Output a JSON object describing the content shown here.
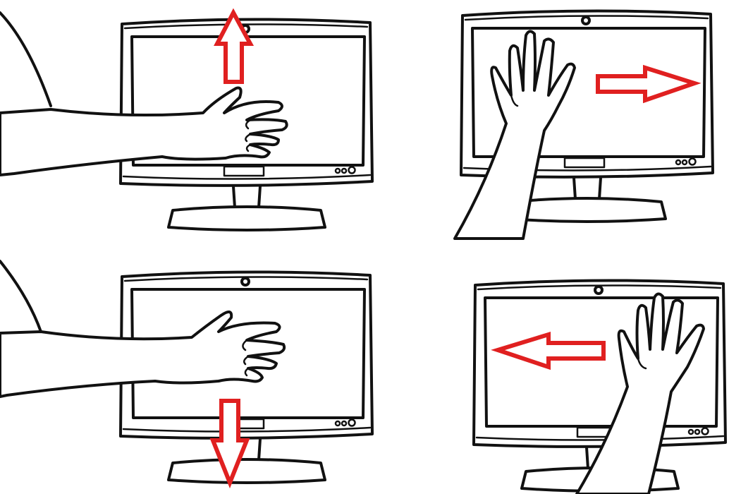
{
  "colors": {
    "arrow": "#e02020",
    "outline": "#111111",
    "background": "#ffffff"
  },
  "panels": [
    {
      "name": "swipe-up",
      "direction": "up",
      "hand": "horizontal-from-left"
    },
    {
      "name": "swipe-right",
      "direction": "right",
      "hand": "vertical-from-bottom"
    },
    {
      "name": "swipe-down",
      "direction": "down",
      "hand": "horizontal-from-left"
    },
    {
      "name": "swipe-left",
      "direction": "left",
      "hand": "vertical-from-bottom"
    }
  ],
  "icons": [
    "monitor-icon",
    "webcam-icon",
    "hand-icon",
    "arrow-icon",
    "control-buttons-icon"
  ]
}
